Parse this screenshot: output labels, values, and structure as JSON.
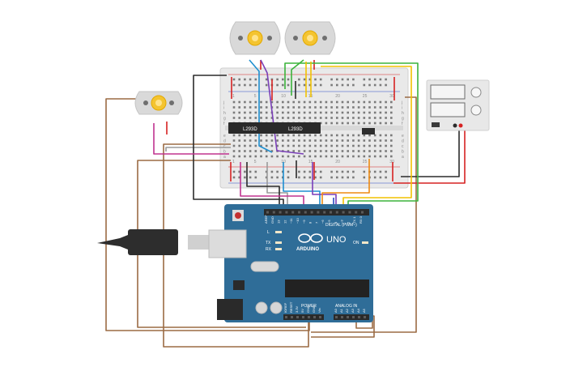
{
  "breadboard": {
    "row_letters_top": [
      "j",
      "i",
      "h",
      "g",
      "f"
    ],
    "row_letters_bottom": [
      "e",
      "d",
      "c",
      "b",
      "a"
    ],
    "column_numbers": [
      "1",
      "5",
      "10",
      "15",
      "20",
      "25",
      "30"
    ]
  },
  "drivers": {
    "left_label": "L293D",
    "right_label": "L293D"
  },
  "arduino": {
    "brand": "ARDUINO",
    "model": "UNO",
    "digital_label": "DIGITAL (PWM~)",
    "power_label": "POWER",
    "analog_label": "ANALOG IN",
    "led_tx": "TX",
    "led_rx": "RX",
    "led_l": "L",
    "led_on": "ON",
    "top_pins": [
      "AREF",
      "GND",
      "13",
      "12",
      "~11",
      "~10",
      "~9",
      "8",
      "7",
      "~6",
      "~5",
      "4",
      "~3",
      "2",
      "TX 1",
      "RX 0"
    ],
    "power_pins": [
      "IOREF",
      "RESET",
      "3.3V",
      "5V",
      "GND",
      "GND",
      "Vin"
    ],
    "analog_pins": [
      "A0",
      "A1",
      "A2",
      "A3",
      "A4",
      "A5"
    ]
  },
  "wire_colors": {
    "brown": "#9b6b44",
    "black": "#2b2b2b",
    "red": "#d62222",
    "magenta": "#c0338f",
    "blue": "#1f8fd0",
    "purple": "#7a3fb8",
    "green": "#3cb43c",
    "yellow": "#f2c200",
    "orange": "#ee8a12",
    "gray": "#9a9a9a",
    "dark_blue": "#2a4bc4"
  },
  "component_colors": {
    "arduino_board": "#2f6d98",
    "breadboard": "#e9e9e9",
    "motor_body": "#d9d9d9",
    "motor_shaft": "#f4c430",
    "battery_body": "#e8e8e8"
  }
}
